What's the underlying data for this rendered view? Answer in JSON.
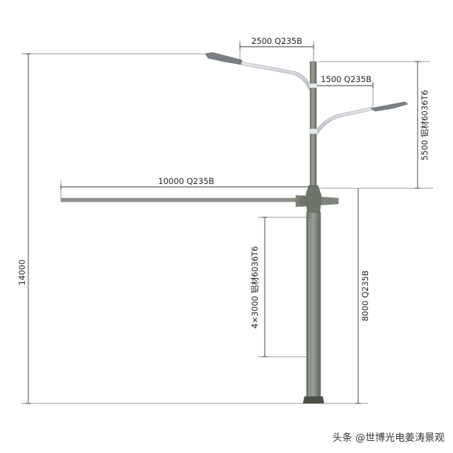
{
  "dimensions": {
    "top_arm": "2500 Q235B",
    "upper_arm": "1500 Q235B",
    "upper_section": "5500 铝材6036T6",
    "long_arm": "10000 Q235B",
    "total_height": "14000",
    "sections": "4×3000 铝材6036T6",
    "lower_height": "8000 Q235B"
  },
  "watermark": "头条 @世博光电姜涛景观",
  "colors": {
    "pole": "#7d8379",
    "arm": "#c7ccd3",
    "dim_line": "#333333",
    "ext_line": "#666666",
    "lamp": "#7a7f84"
  }
}
